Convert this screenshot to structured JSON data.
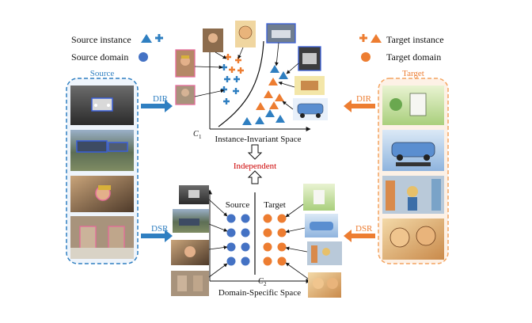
{
  "legend": {
    "source_instance": "Source instance",
    "source_domain": "Source domain",
    "target_instance": "Target instance",
    "target_domain": "Target domain"
  },
  "panels": {
    "source_title": "Source",
    "target_title": "Target"
  },
  "arrows": {
    "dir_left": "DIR",
    "dsr_left": "DSR",
    "dir_right": "DIR",
    "dsr_right": "DSR"
  },
  "instance_space": {
    "label": "Instance-Invariant Space",
    "axis_label_c1": "C",
    "axis_sub_c1": "1"
  },
  "middle": {
    "independent": "Independent"
  },
  "domain_space": {
    "label": "Domain-Specific Space",
    "source_label": "Source",
    "target_label": "Target",
    "axis_label_c2": "C",
    "axis_sub_c2": "2"
  },
  "colors": {
    "source_blue": "#2f7fc1",
    "source_dot": "#4472c4",
    "target_orange": "#ed7d31",
    "independent_red": "#cc0000",
    "source_panel_border": "#2f7fc1",
    "target_panel_border": "#f4a460",
    "target_panel_fill": "#fdf1e6"
  }
}
